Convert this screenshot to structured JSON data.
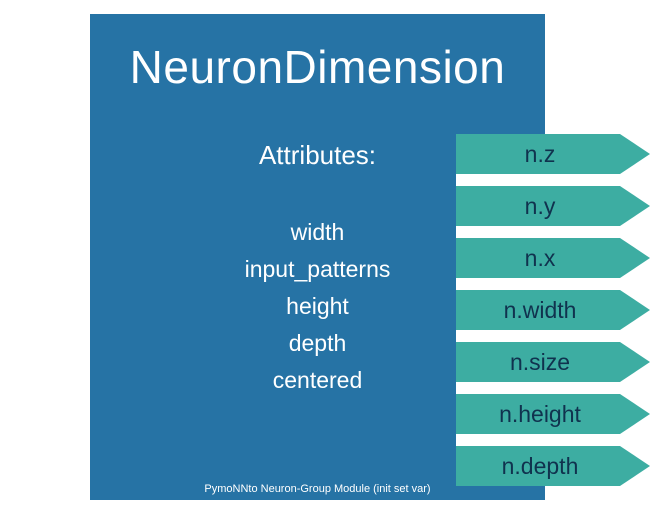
{
  "diagram": {
    "title": "NeuronDimension",
    "attributes_heading": "Attributes:",
    "attributes": [
      "width",
      "input_patterns",
      "height",
      "depth",
      "centered"
    ],
    "tags": [
      "n.z",
      "n.y",
      "n.x",
      "n.width",
      "n.size",
      "n.height",
      "n.depth"
    ],
    "footer": "PymoNNto Neuron-Group Module (init set var)",
    "colors": {
      "panel_blue": "#2673a5",
      "tag_teal": "#3dada2",
      "tag_text": "#10324e",
      "panel_text": "#ffffff",
      "background": "#ffffff"
    }
  }
}
